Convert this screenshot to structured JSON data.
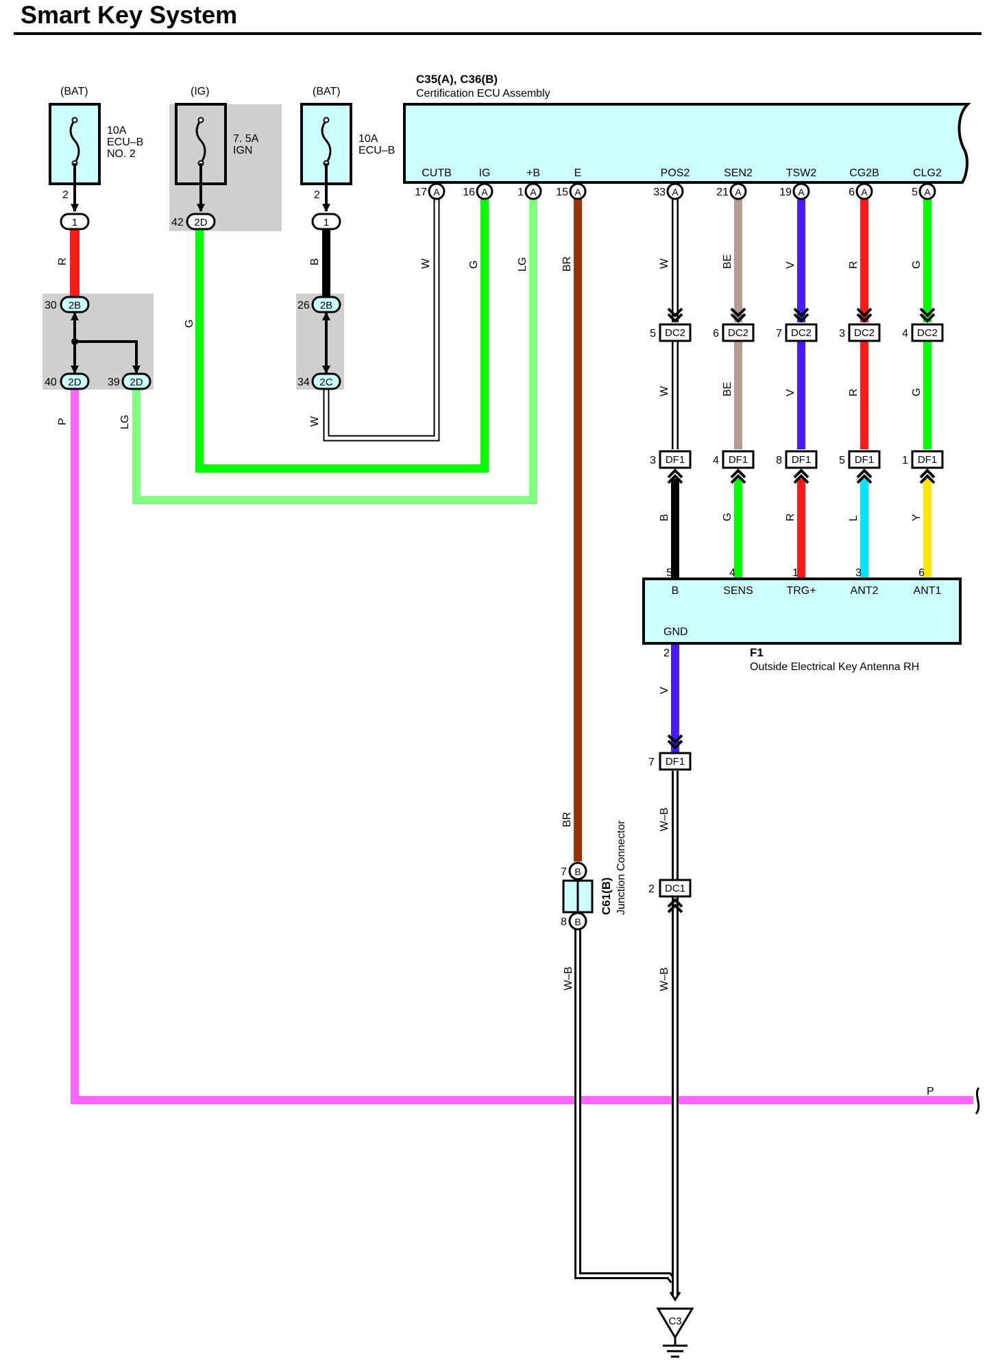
{
  "page_title": "Smart Key System",
  "fuses": [
    {
      "source": "(BAT)",
      "rating": "10A",
      "name_line1": "ECU–B",
      "name_line2": "NO. 2",
      "pin": "2"
    },
    {
      "source": "(IG)",
      "rating": "7. 5A",
      "name_line1": "IGN",
      "name_line2": ""
    },
    {
      "source": "(BAT)",
      "rating": "10A",
      "name_line1": "ECU–B",
      "name_line2": "",
      "pin": "2"
    }
  ],
  "ecu": {
    "code": "C35(A), C36(B)",
    "name": "Certification ECU Assembly",
    "terminals": [
      {
        "name": "CUTB",
        "pin": "17",
        "conn": "A"
      },
      {
        "name": "IG",
        "pin": "16",
        "conn": "A"
      },
      {
        "name": "+B",
        "pin": "1",
        "conn": "A"
      },
      {
        "name": "E",
        "pin": "15",
        "conn": "A"
      },
      {
        "name": "POS2",
        "pin": "33",
        "conn": "A"
      },
      {
        "name": "SEN2",
        "pin": "21",
        "conn": "A"
      },
      {
        "name": "TSW2",
        "pin": "19",
        "conn": "A"
      },
      {
        "name": "CG2B",
        "pin": "6",
        "conn": "A"
      },
      {
        "name": "CLG2",
        "pin": "5",
        "conn": "A"
      }
    ]
  },
  "antenna": {
    "code": "F1",
    "name": "Outside Electrical Key Antenna RH",
    "terminals": [
      {
        "name": "B",
        "pin": "5"
      },
      {
        "name": "SENS",
        "pin": "4"
      },
      {
        "name": "TRG+",
        "pin": "1"
      },
      {
        "name": "ANT2",
        "pin": "3"
      },
      {
        "name": "ANT1",
        "pin": "6"
      }
    ],
    "gnd_name": "GND",
    "gnd_pin": "2"
  },
  "junction_connector": {
    "code": "C61(B)",
    "name": "Junction Connector",
    "pin_top": "7",
    "pin_bottom": "8",
    "conn": "B"
  },
  "ground_point": "C3",
  "inline_connectors": {
    "fuse1_out": "1",
    "fuse3_out": "1",
    "fuse2_pin": "42",
    "fuse2_conn": "2D",
    "jb_2b_left_pin": "30",
    "jb_2b_left": "2B",
    "jb_2d_pins": [
      "40",
      "39"
    ],
    "jb_2d": "2D",
    "jb_2b_right_pin": "26",
    "jb_2b_right": "2B",
    "jb_2c_pin": "34",
    "jb_2c": "2C",
    "dc2_pins": [
      "5",
      "6",
      "7",
      "3",
      "4"
    ],
    "dc2": "DC2",
    "df1_pins": [
      "3",
      "4",
      "8",
      "5",
      "1"
    ],
    "df1": "DF1",
    "gnd_df1_pin": "7",
    "dc1_pin": "2",
    "dc1": "DC1"
  },
  "wire_colors": {
    "fuse1_out": "R",
    "fuse2_out": "G",
    "fuse3_out": "B",
    "jb_out_p": "P",
    "jb_out_lg": "LG",
    "jb_right_w": "W",
    "ecu_cutb": "W",
    "ecu_ig": "G",
    "ecu_b": "LG",
    "ecu_e": "BR",
    "ecu_e_lower": "BR",
    "upper": [
      "W",
      "BE",
      "V",
      "R",
      "G"
    ],
    "middle": [
      "W",
      "BE",
      "V",
      "R",
      "G"
    ],
    "lower": [
      "B",
      "G",
      "R",
      "L",
      "Y"
    ],
    "gnd_v": "V",
    "gnd_wb_upper": "W–B",
    "gnd_wb_lower": "W–B",
    "jc_wb": "W–B",
    "bottom_p": "P"
  }
}
